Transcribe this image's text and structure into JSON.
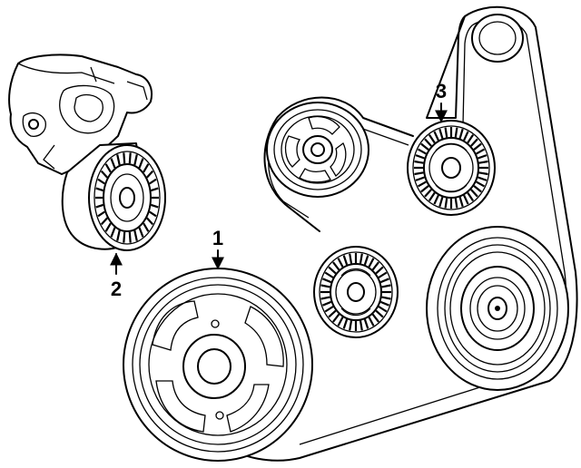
{
  "callouts": [
    {
      "number": "1",
      "part": "crankshaft-pulley"
    },
    {
      "number": "2",
      "part": "belt-tensioner"
    },
    {
      "number": "3",
      "part": "idler-pulley"
    }
  ]
}
